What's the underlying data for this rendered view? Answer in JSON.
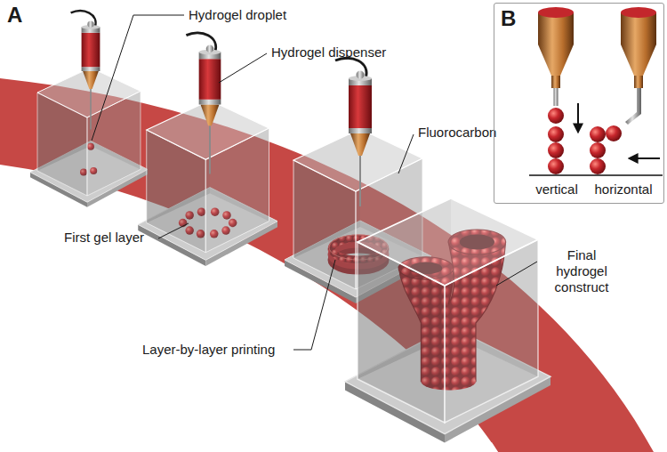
{
  "diagram": {
    "nodes": [
      {
        "text": [
          "B",
          "vertical",
          "horizontal"
        ]
      }
    ],
    "labels": [
      "A",
      "Hydrogel droplet",
      "Hydrogel dispenser",
      "Fluorocarbon",
      "First gel layer",
      "Layer-by-layer printing",
      "Final hydrogel construct"
    ]
  }
}
